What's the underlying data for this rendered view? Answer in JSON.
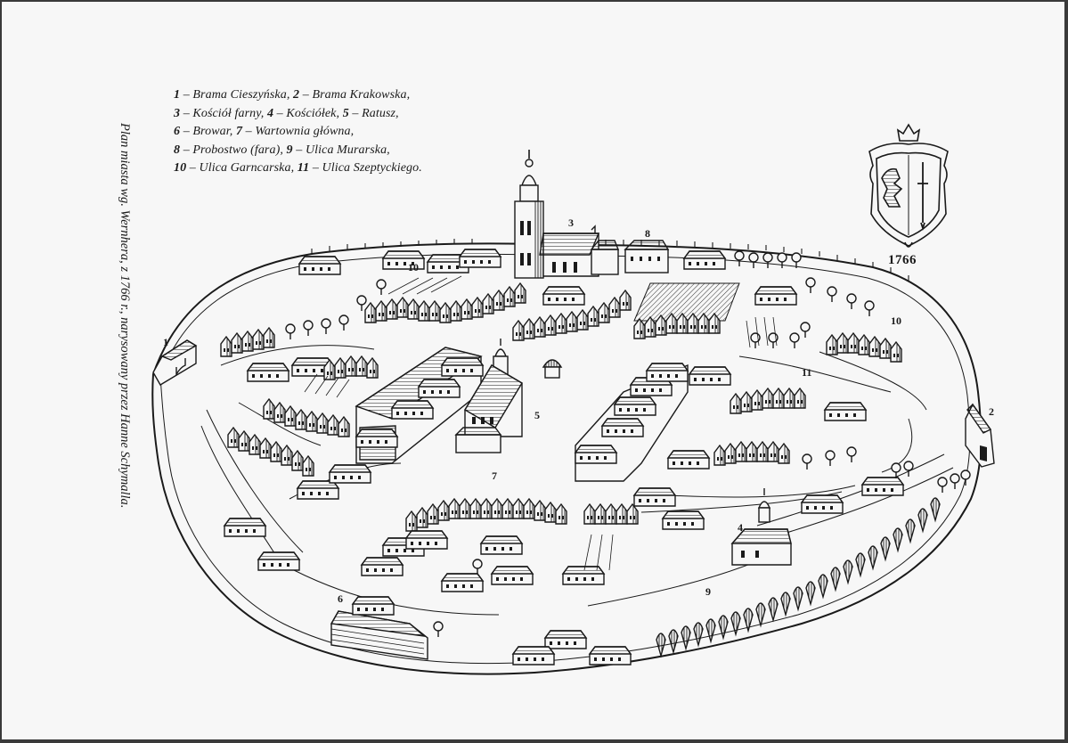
{
  "legend": {
    "lines": [
      [
        {
          "n": "1",
          "t": " – Brama Cieszyńska, "
        },
        {
          "n": "2",
          "t": " – Brama Krakowska,"
        }
      ],
      [
        {
          "n": "3",
          "t": " – Kościół farny, "
        },
        {
          "n": "4",
          "t": " – Kościółek, "
        },
        {
          "n": "5",
          "t": " – Ratusz,"
        }
      ],
      [
        {
          "n": "6",
          "t": " – Browar, "
        },
        {
          "n": "7",
          "t": " – Wartownia główna,"
        }
      ],
      [
        {
          "n": "8",
          "t": " – Probostwo (fara), "
        },
        {
          "n": "9",
          "t": " – Ulica Murarska,"
        }
      ],
      [
        {
          "n": "10",
          "t": " – Ulica Garncarska, "
        },
        {
          "n": "11",
          "t": " – Ulica Szeptyckiego."
        }
      ]
    ]
  },
  "caption": "Plan miasta wg. Wernhera, z 1766 r., narysowany przez Hanne Schymalla.",
  "coat_of_arms": {
    "year": "1766",
    "icon": "coat-of-arms-eagle-sword-icon"
  },
  "map_labels": {
    "l1": "1",
    "l2": "2",
    "l3": "3",
    "l4": "4",
    "l5": "5",
    "l6": "6",
    "l7": "7",
    "l8": "8",
    "l9": "9",
    "l10a": "10",
    "l10b": "10",
    "l11": "11"
  },
  "colors": {
    "ink": "#1a1a1a",
    "paper": "#f7f7f7",
    "frame": "#3a3a3a"
  }
}
